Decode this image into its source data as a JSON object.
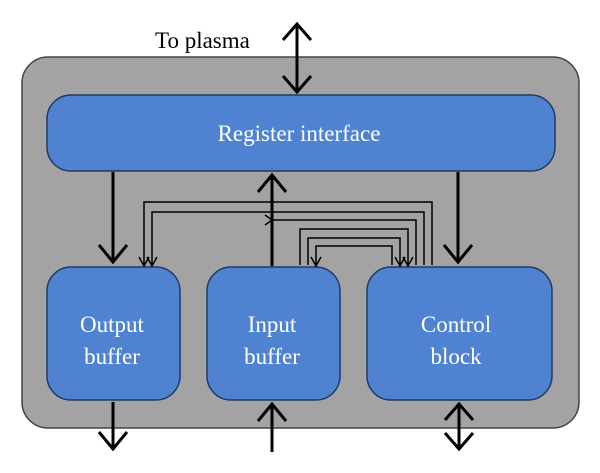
{
  "labels": {
    "external": "To plasma",
    "register_interface": "Register interface",
    "output_buffer": [
      "Output",
      "buffer"
    ],
    "input_buffer": [
      "Input",
      "buffer"
    ],
    "control_block": [
      "Control",
      "block"
    ]
  },
  "colors": {
    "enclosure_fill": "#a3a3a3",
    "enclosure_stroke": "#444444",
    "block_fill": "#4f83d1",
    "block_stroke": "#233a5e",
    "text_on_block": "#ffffff",
    "line": "#000000"
  },
  "connections": [
    {
      "from": "external",
      "to": "register-interface",
      "style": "bidirectional"
    },
    {
      "from": "register-interface",
      "to": "output-buffer",
      "style": "bold-arrow"
    },
    {
      "from": "register-interface",
      "to": "control-block",
      "style": "bold-arrow"
    },
    {
      "from": "input-buffer",
      "to": "register-interface",
      "style": "bold-arrow"
    },
    {
      "from": "control-block",
      "to": "output-buffer",
      "style": "thin-arrow"
    },
    {
      "from": "control-block",
      "to": "register-interface",
      "style": "thin-arrow"
    },
    {
      "from": "input-buffer",
      "to": "control-block",
      "style": "thin-arrow"
    },
    {
      "from": "output-buffer",
      "to": "external-out",
      "style": "bold-arrow"
    },
    {
      "from": "external-in",
      "to": "input-buffer",
      "style": "bold-arrow"
    },
    {
      "from": "control-block",
      "to": "external-io",
      "style": "bidirectional"
    }
  ]
}
